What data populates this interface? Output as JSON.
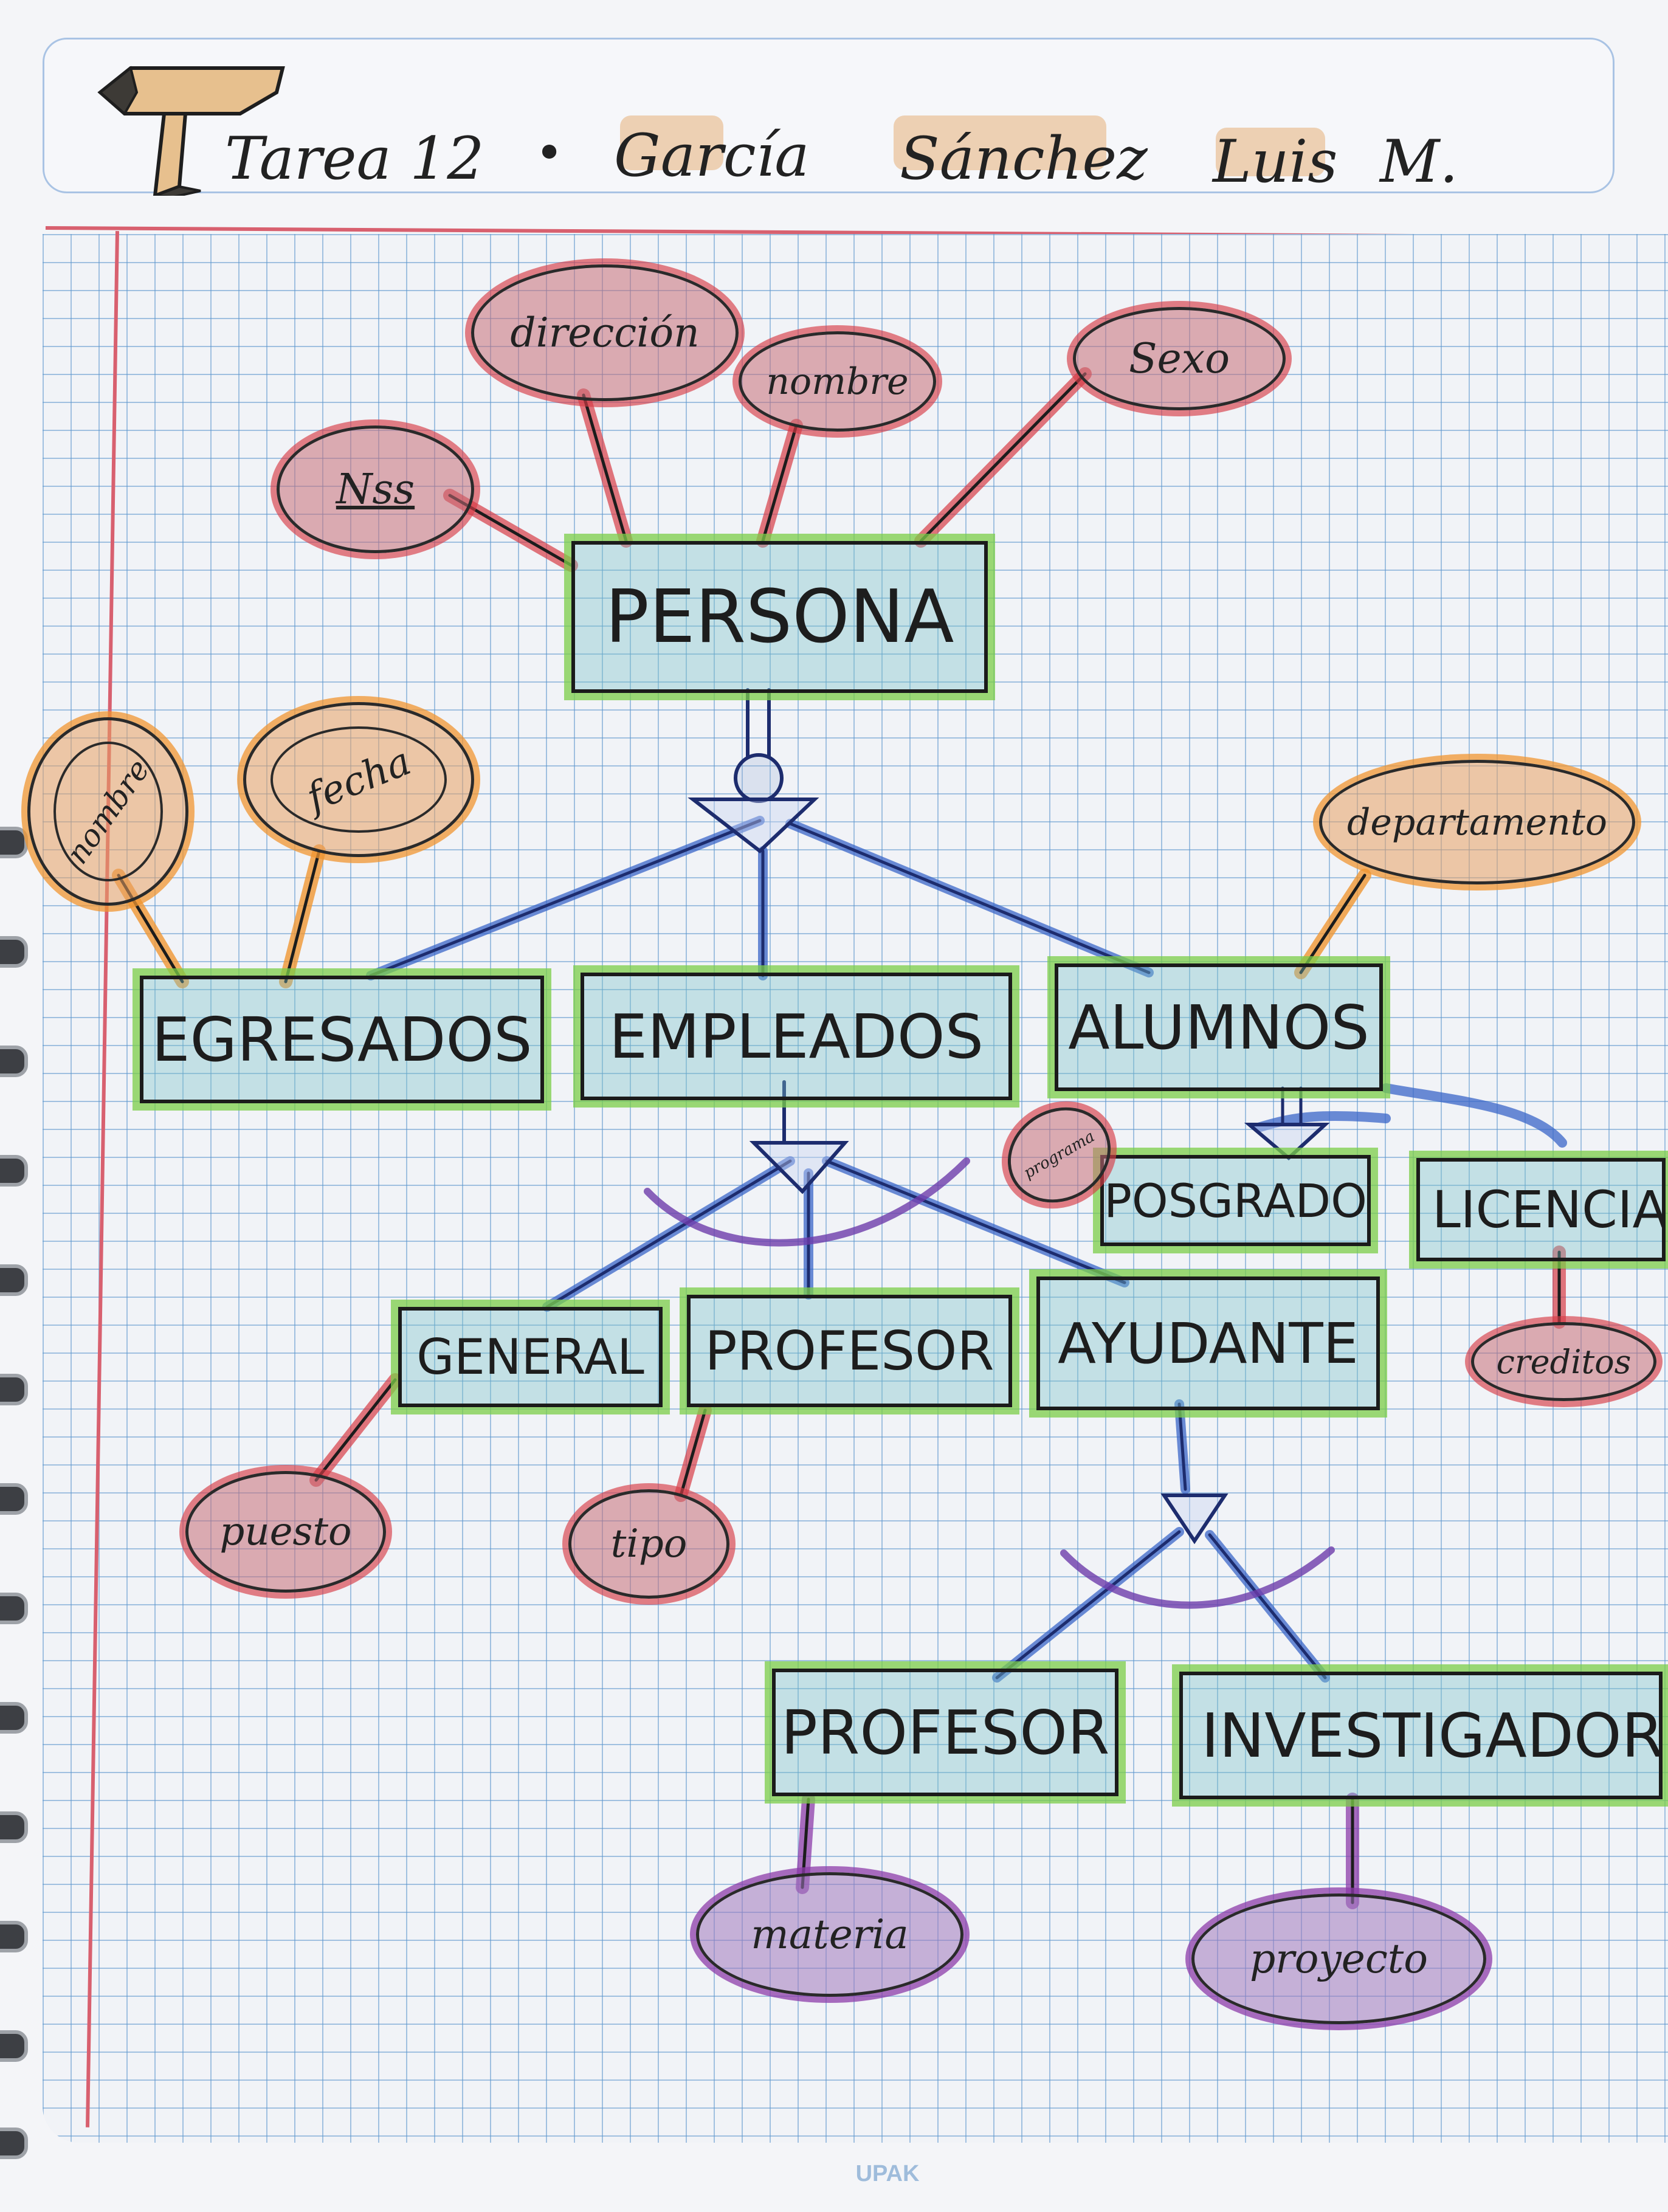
{
  "header": {
    "title": "Tarea 12",
    "separator": "•",
    "student_surname1": "García",
    "student_surname2": "Sánchez",
    "student_name": "Luis",
    "student_initial": "M."
  },
  "colors": {
    "entity_highlight": "#7bce48",
    "entity_fill": "#78c3c8",
    "attr_red": "#d73c46",
    "attr_orange": "#f09632",
    "attr_purple": "#8c3caa",
    "relationship_blue": "#3a66c8",
    "grid_lines": "#5c96cd",
    "margin_line": "#d8606f"
  },
  "entities": {
    "persona": "PERSONA",
    "egresados": "EGRESADOS",
    "empleados": "EMPLEADOS",
    "alumnos": "ALUMNOS",
    "posgrado": "POSGRADO",
    "licenciatura": "LICENCIATUR",
    "general": "GENERAL",
    "profesor_empleado": "PROFESOR",
    "ayudante": "AYUDANTE",
    "profesor_ayudante": "PROFESOR",
    "investigador": "INVESTIGADOR"
  },
  "attributes": {
    "nss": "Nss",
    "direccion": "dirección",
    "nombre_persona": "nombre",
    "sexo": "Sexo",
    "nombre_egresados": "nombre",
    "fecha": "fecha",
    "departamento": "departamento",
    "programa": "programa",
    "creditos": "creditos",
    "puesto": "puesto",
    "tipo": "tipo",
    "materia": "materia",
    "proyecto": "proyecto"
  },
  "notebook": {
    "brand": "UPAK"
  }
}
